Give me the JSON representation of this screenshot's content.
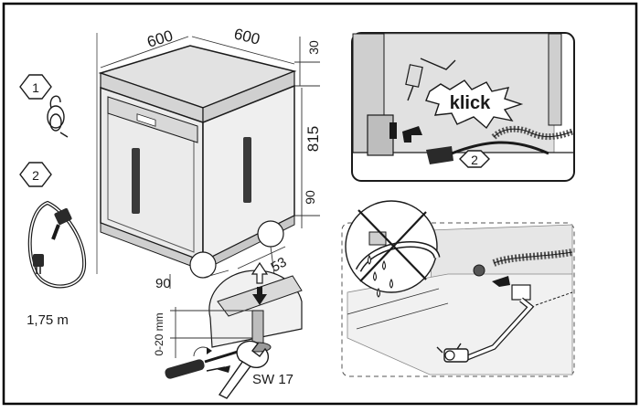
{
  "parts": {
    "part1_number": "1",
    "part2_number": "2",
    "cable_length": "1,75 m"
  },
  "dimensions": {
    "width_left": "600",
    "width_right": "600",
    "top_gap": "30",
    "height": "815",
    "side_gap": "90",
    "base_depth_left": "90",
    "base_depth_right": "53",
    "foot_adjust": "0-20 mm"
  },
  "labels": {
    "click": "klick",
    "plug_number": "2",
    "wrench_size": "SW 17"
  },
  "colors": {
    "line": "#1a1a1a",
    "panel_fill": "#e6e6e6",
    "frame": "#000000"
  }
}
